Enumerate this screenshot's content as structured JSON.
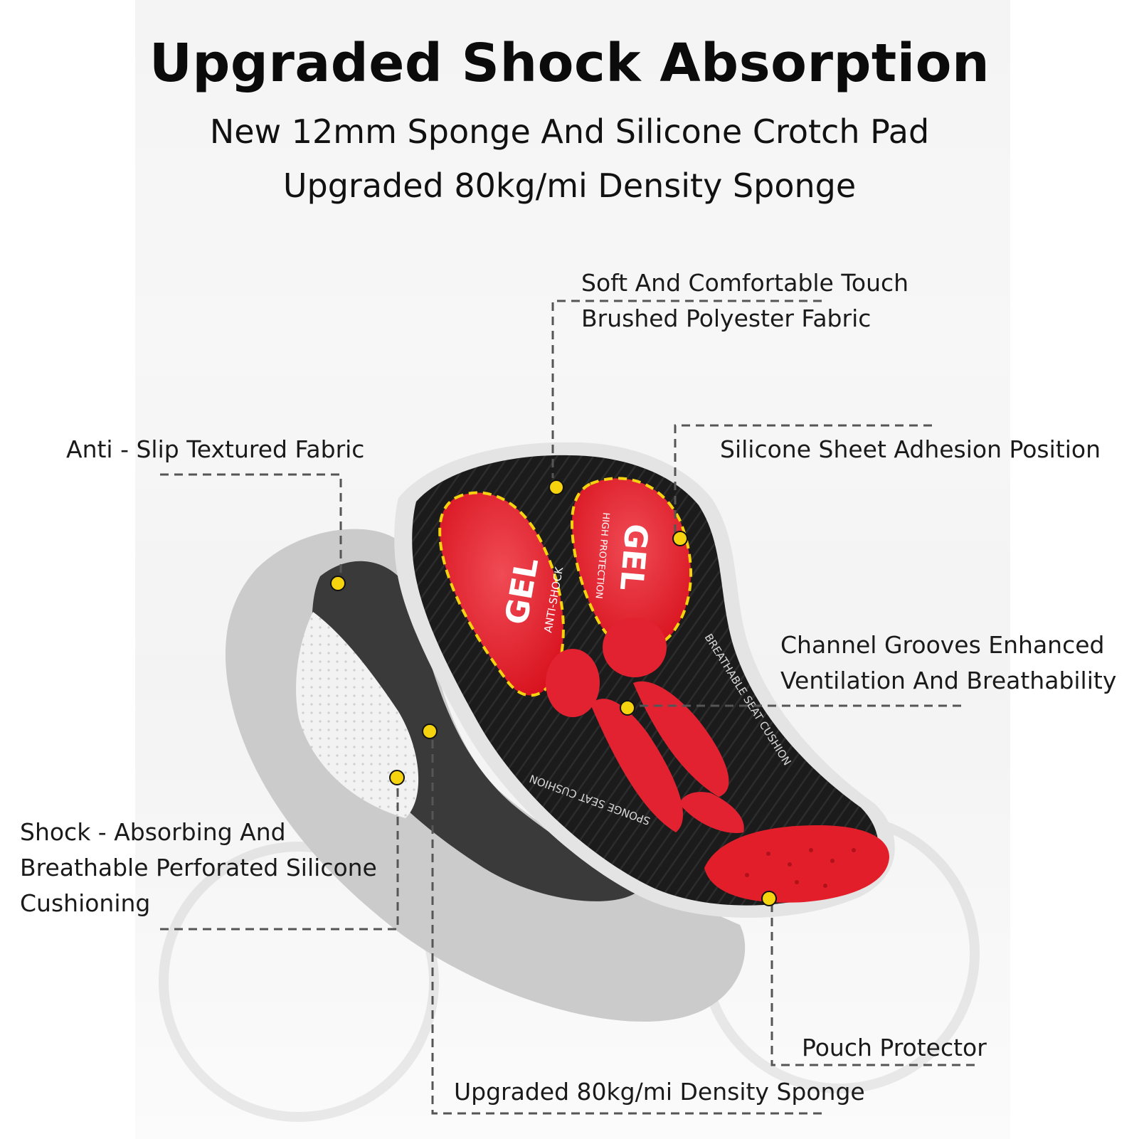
{
  "heading": {
    "title": "Upgraded Shock Absorption",
    "subtitle_1": "New 12mm Sponge And Silicone Crotch Pad",
    "subtitle_2": "Upgraded 80kg/mi Density Sponge"
  },
  "callouts": {
    "soft_touch": {
      "line1": "Soft And Comfortable Touch",
      "line2": "Brushed Polyester Fabric"
    },
    "anti_slip": {
      "line1": "Anti - Slip Textured Fabric"
    },
    "silicone_sheet": {
      "line1": "Silicone Sheet Adhesion Position"
    },
    "channel_grooves": {
      "line1": "Channel Grooves Enhanced",
      "line2": "Ventilation And Breathability"
    },
    "shock_absorbing": {
      "line1": "Shock - Absorbing And",
      "line2": "Breathable Perforated Silicone",
      "line3": "Cushioning"
    },
    "pouch": {
      "line1": "Pouch Protector"
    },
    "density_sponge": {
      "line1": "Upgraded 80kg/mi Density Sponge"
    }
  },
  "pad_text": {
    "gel_left": "GEL",
    "gel_left_sub": "ANTI-SHOCK",
    "gel_right": "GEL",
    "gel_right_sub": "HIGH PROTECTION",
    "seat_cushion": "BREATHABLE SEAT CUSHION",
    "sponge_cushion": "SPONGE SEAT CUSHION"
  },
  "colors": {
    "pad_red": "#e8202c",
    "pad_black": "#1b1b1b",
    "marker_yellow": "#f5d40f",
    "leader_gray": "#555555",
    "foam_gray": "#c9c9c9"
  }
}
